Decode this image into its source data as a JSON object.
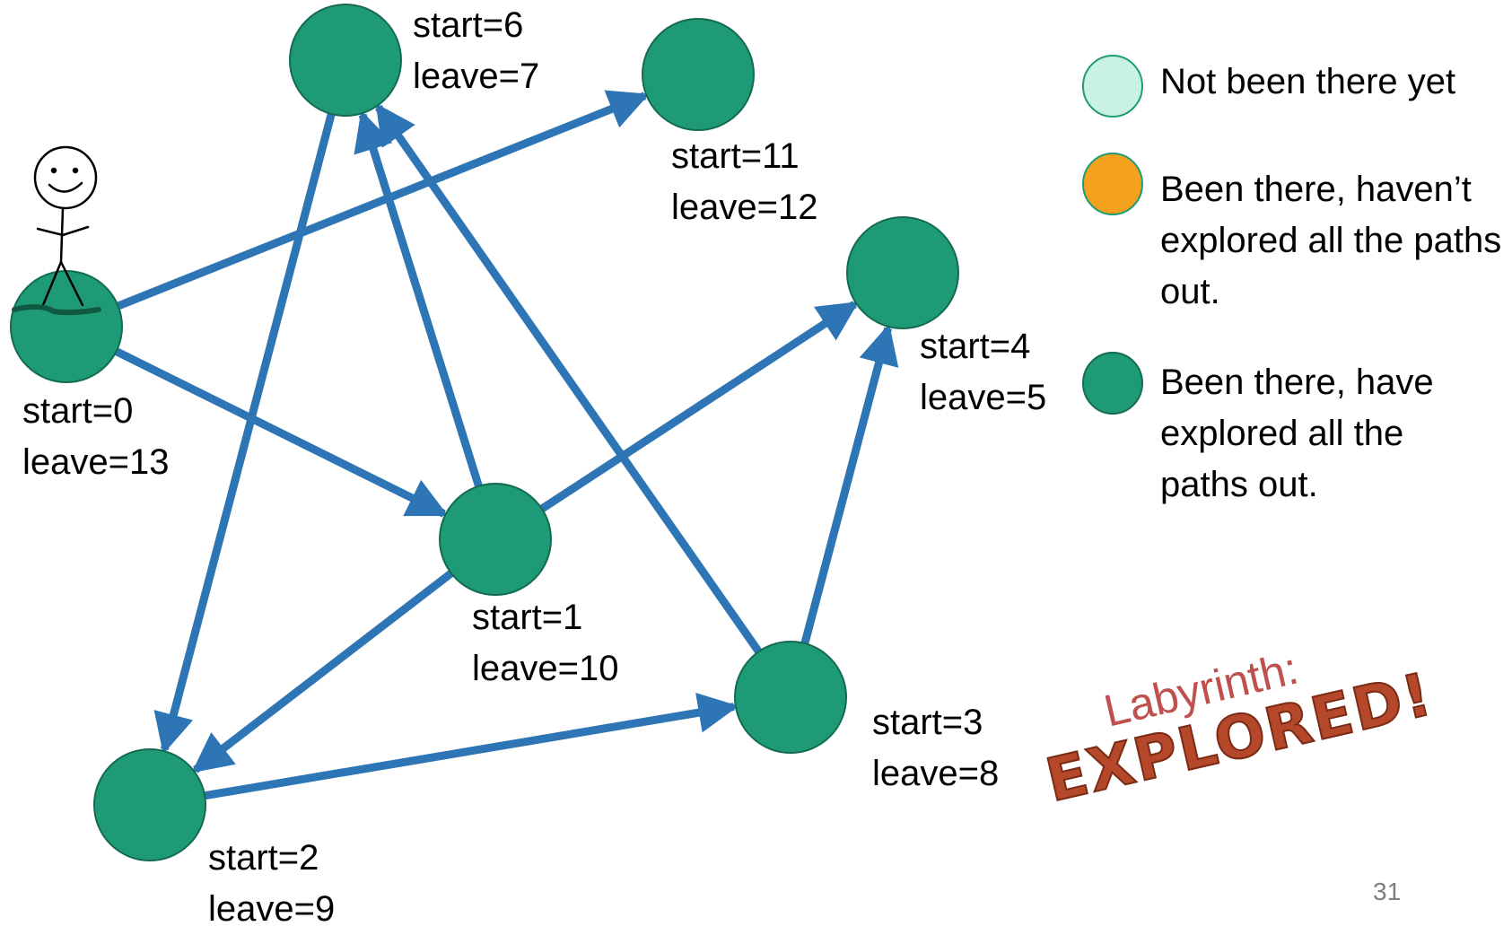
{
  "colors": {
    "edge": "#2e75b6",
    "node_fill": "#1f9a77",
    "node_stroke": "#136b51",
    "legend_unvisited": "#c9f1e4",
    "legend_in_progress": "#f4a21d",
    "legend_done": "#1f9a77",
    "caption": "#c0504d"
  },
  "nodes": [
    {
      "id": "n0",
      "start": "start=0",
      "leave": "leave=13"
    },
    {
      "id": "n1",
      "start": "start=1",
      "leave": "leave=10"
    },
    {
      "id": "n2",
      "start": "start=2",
      "leave": "leave=9"
    },
    {
      "id": "n3",
      "start": "start=3",
      "leave": "leave=8"
    },
    {
      "id": "n4",
      "start": "start=4",
      "leave": "leave=5"
    },
    {
      "id": "n6",
      "start": "start=6",
      "leave": "leave=7"
    },
    {
      "id": "n11",
      "start": "start=11",
      "leave": "leave=12"
    }
  ],
  "edges": [
    {
      "from": "n0",
      "to": "n11"
    },
    {
      "from": "n0",
      "to": "n1"
    },
    {
      "from": "n1",
      "to": "n6"
    },
    {
      "from": "n1",
      "to": "n4"
    },
    {
      "from": "n1",
      "to": "n2"
    },
    {
      "from": "n6",
      "to": "n2"
    },
    {
      "from": "n2",
      "to": "n3"
    },
    {
      "from": "n3",
      "to": "n6"
    },
    {
      "from": "n3",
      "to": "n4"
    }
  ],
  "legend": [
    {
      "state": "unvisited",
      "text": "Not been there yet"
    },
    {
      "state": "in_progress",
      "text": "Been there, haven’t explored all the paths out."
    },
    {
      "state": "done",
      "text": "Been there, have explored all the paths out."
    }
  ],
  "caption": {
    "line1": "Labyrinth:",
    "line2": "EXPLORED!"
  },
  "page_number": "31",
  "figure_icon": "stick-figure-icon"
}
